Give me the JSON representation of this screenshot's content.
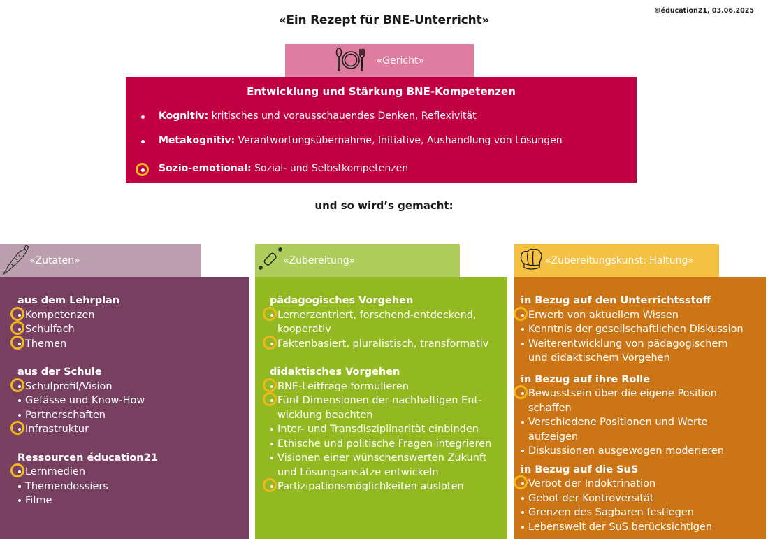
{
  "header": {
    "title": "«Ein Rezept für BNE-Unterricht»",
    "credit": "©éducation21, 03.06.2025"
  },
  "dish": {
    "tab_label": "«Gericht»",
    "icon": "plate-cutlery-icon",
    "heading": "Entwicklung und Stärkung BNE-Kompetenzen",
    "items": [
      {
        "term": "Kognitiv:",
        "text": " kritisches und vorausschauendes Denken, Reflexivität",
        "highlighted": false
      },
      {
        "term": "Metakognitiv:",
        "text": " Verantwortungsübernahme, Initiative, Aushandlung von Lösungen",
        "highlighted": false
      },
      {
        "term": "Sozio-emotional:",
        "text": " Sozial- und Selbstkompetenzen",
        "highlighted": true
      }
    ]
  },
  "subtitle": "und so wird’s gemacht:",
  "colors": {
    "dish_tab": "#de7d9f",
    "dish_box": "#c10043",
    "ingredients_tab": "#bb9fae",
    "ingredients_box": "#773f60",
    "preparation_tab": "#afcd5c",
    "preparation_box": "#93b922",
    "art_tab": "#f4c143",
    "art_box": "#cc7516",
    "highlight_ring": "#f0b81c"
  },
  "columns": [
    {
      "tab_label": "«Zutaten»",
      "icon": "carrot-icon",
      "sections": [
        {
          "heading": "aus dem Lehrplan",
          "items": [
            {
              "text": "Kompetenzen",
              "highlighted": true
            },
            {
              "text": "Schulfach",
              "highlighted": true
            },
            {
              "text": "Themen",
              "highlighted": true
            }
          ]
        },
        {
          "heading": "aus der Schule",
          "items": [
            {
              "text": "Schulprofil/Vision",
              "highlighted": true
            },
            {
              "text": "Gefässe und Know-How",
              "highlighted": false
            },
            {
              "text": "Partnerschaften",
              "highlighted": false
            },
            {
              "text": "Infrastruktur",
              "highlighted": true
            }
          ]
        },
        {
          "heading": "Ressourcen éducation21",
          "items": [
            {
              "text": "Lernmedien",
              "highlighted": true
            },
            {
              "text": "Themendossiers",
              "highlighted": false
            },
            {
              "text": "Filme",
              "highlighted": false
            }
          ]
        }
      ]
    },
    {
      "tab_label": "«Zubereitung»",
      "icon": "rolling-pin-icon",
      "sections": [
        {
          "heading": "pädagogisches Vorgehen",
          "items": [
            {
              "text": "Lernerzentriert, forschend-entdeckend,",
              "cont": "kooperativ",
              "highlighted": true
            },
            {
              "text": "Faktenbasiert, pluralistisch, transformativ",
              "highlighted": true
            }
          ]
        },
        {
          "heading": "didaktisches Vorgehen",
          "items": [
            {
              "text": "BNE-Leitfrage formulieren",
              "highlighted": true
            },
            {
              "text": "Fünf Dimensionen der nachhaltigen Ent-",
              "cont": "wicklung beachten",
              "highlighted": true
            },
            {
              "text": "Inter- und Transdisziplinarität einbinden",
              "highlighted": false
            },
            {
              "text": "Ethische und politische Fragen integrieren",
              "highlighted": false
            },
            {
              "text": "Visionen einer wünschenswerten Zukunft",
              "cont": "und Lösungsansätze entwickeln",
              "highlighted": false
            },
            {
              "text": "Partizipationsmöglichkeiten ausloten",
              "highlighted": true
            }
          ]
        }
      ]
    },
    {
      "tab_label": "«Zubereitungskunst: Haltung»",
      "icon": "chef-hat-icon",
      "sections": [
        {
          "heading": "in Bezug auf den Unterrichtsstoff",
          "items": [
            {
              "text": "Erwerb von aktuellem Wissen",
              "highlighted": true
            },
            {
              "text": "Kenntnis der gesellschaftlichen Diskussion",
              "highlighted": false
            },
            {
              "text": "Weiterentwicklung von pädagogischem",
              "cont": "und didaktischem Vorgehen",
              "highlighted": false
            }
          ]
        },
        {
          "heading": "in Bezug auf ihre Rolle",
          "items": [
            {
              "text": "Bewusstsein über die eigene Position",
              "cont": "schaffen",
              "highlighted": true
            },
            {
              "text": "Verschiedene Positionen und Werte",
              "cont": "aufzeigen",
              "highlighted": false
            },
            {
              "text": "Diskussionen ausgewogen moderieren",
              "highlighted": false
            }
          ]
        },
        {
          "heading": "in Bezug auf die SuS",
          "items": [
            {
              "text": "Verbot der Indoktrination",
              "highlighted": true
            },
            {
              "text": "Gebot der Kontroversität",
              "highlighted": false
            },
            {
              "text": "Grenzen des Sagbaren festlegen",
              "highlighted": false
            },
            {
              "text": "Lebenswelt der SuS berücksichtigen",
              "highlighted": false
            }
          ]
        }
      ]
    }
  ]
}
